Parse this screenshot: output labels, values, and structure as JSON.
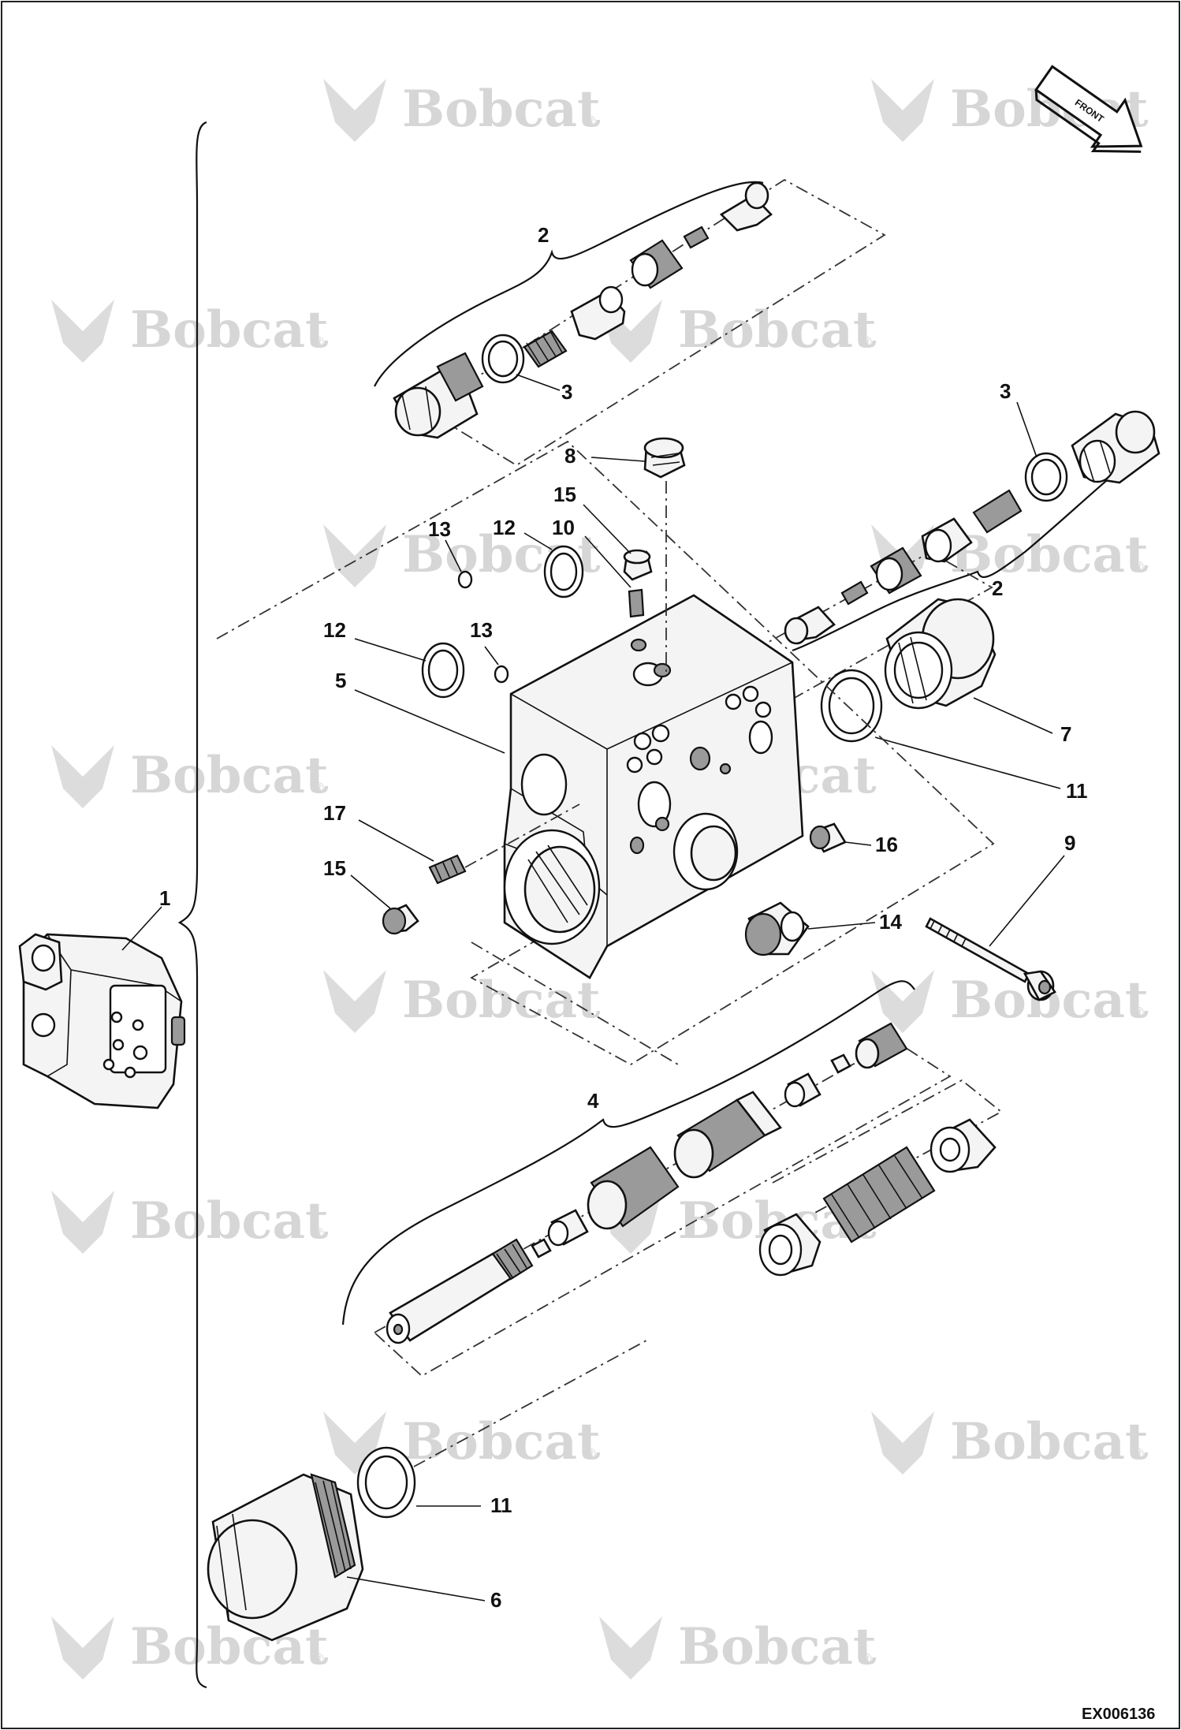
{
  "brand": {
    "watermark": "Bobcat",
    "registered": "®"
  },
  "front_arrow": {
    "label": "FRONT"
  },
  "drawing_code": "EX006136",
  "callouts": {
    "c1": "1",
    "c2a": "2",
    "c2b": "2",
    "c3a": "3",
    "c3b": "3",
    "c4": "4",
    "c5": "5",
    "c6": "6",
    "c7": "7",
    "c8": "8",
    "c9": "9",
    "c10": "10",
    "c11a": "11",
    "c11b": "11",
    "c12a": "12",
    "c12b": "12",
    "c13a": "13",
    "c13b": "13",
    "c14": "14",
    "c15a": "15",
    "c15b": "15",
    "c16": "16",
    "c17": "17"
  }
}
